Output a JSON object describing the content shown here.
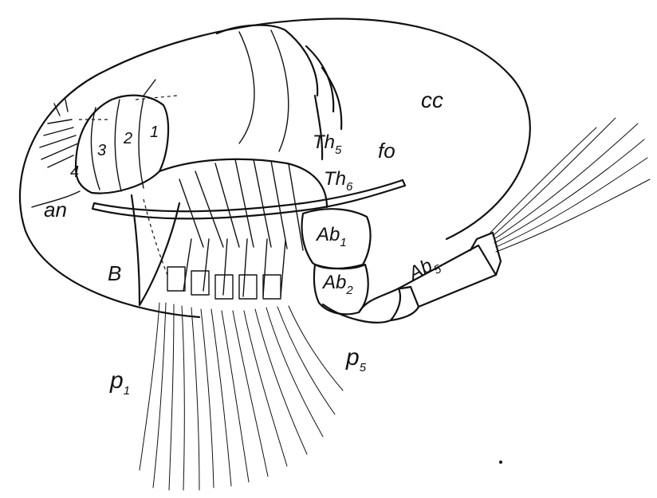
{
  "figure": {
    "labels": {
      "cc": "cc",
      "an": "an",
      "B": "B",
      "fo": "fo",
      "th5_base": "Th",
      "th5_sub": "5",
      "th6_base": "Th",
      "th6_sub": "6",
      "ab1_base": "Ab",
      "ab1_sub": "1",
      "ab2_base": "Ab",
      "ab2_sub": "2",
      "ab5_base": "Ab",
      "ab5_sub": "5",
      "p1_base": "p",
      "p1_sub": "1",
      "p5_base": "p",
      "p5_sub": "5",
      "head_1": "1",
      "head_2": "2",
      "head_3": "3",
      "head_4": "4"
    },
    "ink_color": "#111111",
    "background_color": "#ffffff"
  }
}
